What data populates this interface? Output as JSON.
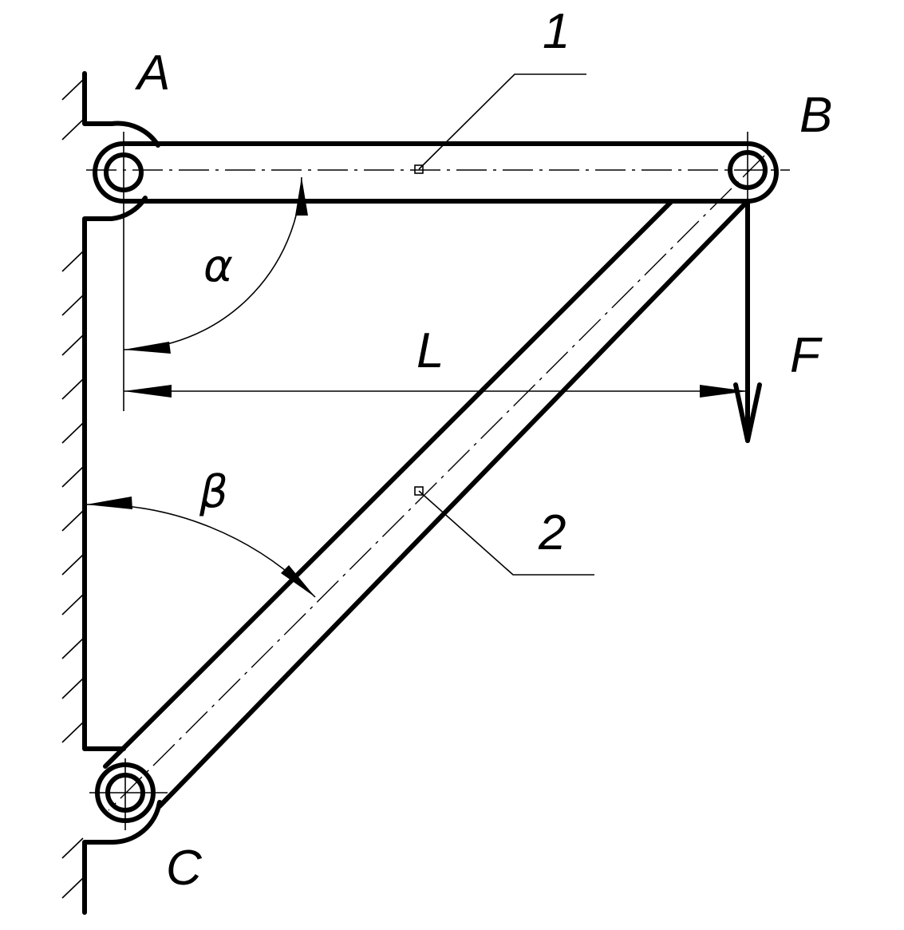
{
  "labels": {
    "point_a": "A",
    "point_b": "B",
    "point_c": "C",
    "force": "F",
    "length": "L",
    "angle_alpha": "α",
    "angle_beta": "β",
    "member_1": "1",
    "member_2": "2"
  },
  "colors": {
    "line": "#000000",
    "background": "#ffffff"
  }
}
